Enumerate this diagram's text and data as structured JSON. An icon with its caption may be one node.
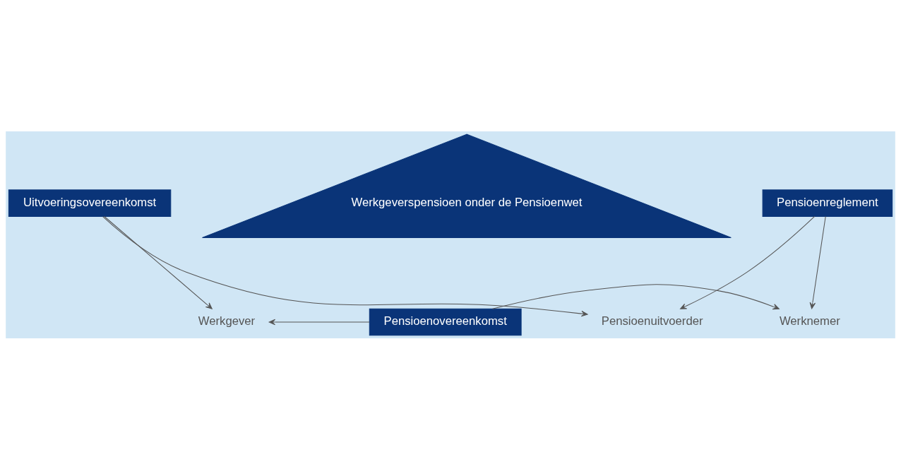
{
  "diagram": {
    "nodes": [
      {
        "text": [
          "Pensioenuitvoerder"
        ]
      },
      {
        "text": [
          "Uitvoeringsovereenkomst"
        ]
      },
      {
        "text": [
          "Pensioenreglement"
        ]
      },
      {
        "text": [
          "Werkgeverspensioen onder de Pensioenwet"
        ]
      },
      {
        "text": [
          "Werkgever"
        ]
      },
      {
        "text": [
          "Pensioenovereenkomst"
        ]
      },
      {
        "text": [
          "Werknemer"
        ]
      }
    ],
    "edges": [
      {
        "from": 1,
        "to": 0,
        "arrow": "to"
      },
      {
        "from": 1,
        "to": 4,
        "arrow": "to"
      },
      {
        "from": 2,
        "to": 0,
        "arrow": "to"
      },
      {
        "from": 2,
        "to": 6,
        "arrow": "to"
      },
      {
        "from": 5,
        "to": 4,
        "arrow": "to"
      },
      {
        "from": 5,
        "to": 6,
        "arrow": "to"
      }
    ]
  }
}
